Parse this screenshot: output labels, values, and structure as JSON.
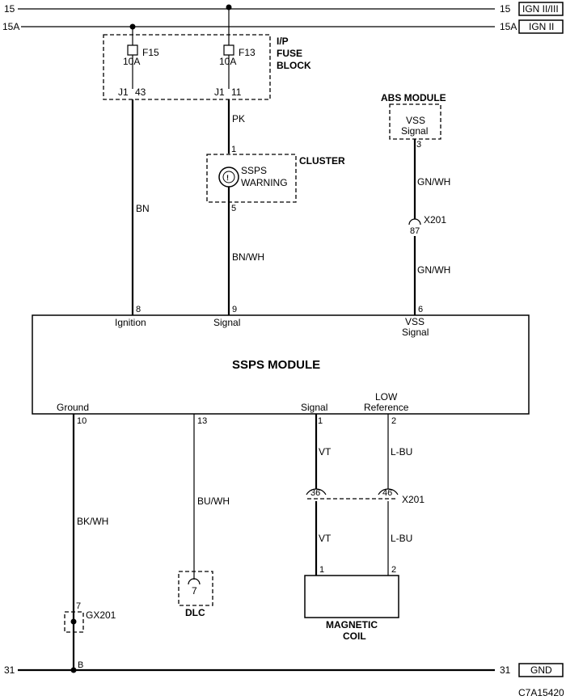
{
  "rails": {
    "top_left": "15",
    "top_right": "15",
    "top_tag": "IGN II/III",
    "second_left": "15A",
    "second_right": "15A",
    "second_tag": "IGN II",
    "gnd_left": "31",
    "gnd_right": "31",
    "gnd_tag": "GND"
  },
  "fuse_block": {
    "title_1": "I/P",
    "title_2": "FUSE",
    "title_3": "BLOCK",
    "fuse_a_name": "F15",
    "fuse_a_rating": "10A",
    "fuse_a_conn": "J1",
    "fuse_a_pin": "43",
    "fuse_b_name": "F13",
    "fuse_b_rating": "10A",
    "fuse_b_conn": "J1",
    "fuse_b_pin": "11"
  },
  "cluster": {
    "title": "CLUSTER",
    "lamp_line1": "SSPS",
    "lamp_line2": "WARNING",
    "pin_in": "1",
    "pin_out": "5"
  },
  "abs": {
    "title": "ABS MODULE",
    "line1": "VSS",
    "line2": "Signal",
    "pin": "3"
  },
  "wires": {
    "pk": "PK",
    "bn": "BN",
    "bn_wh": "BN/WH",
    "gn_wh_1": "GN/WH",
    "gn_wh_2": "GN/WH",
    "bk_wh": "BK/WH",
    "bu_wh": "BU/WH",
    "vt_1": "VT",
    "vt_2": "VT",
    "lbu_1": "L-BU",
    "lbu_2": "L-BU"
  },
  "connectors": {
    "x201": "X201",
    "x201_pin_vss": "87",
    "x201_b": "X201",
    "x201_pin_vt": "36",
    "x201_pin_lbu": "46",
    "gx201": "GX201",
    "gx201_pin": "7",
    "gnd_splice": "B"
  },
  "module": {
    "title": "SSPS MODULE",
    "pin_ign": "8",
    "label_ign": "Ignition",
    "pin_sig": "9",
    "label_sig": "Signal",
    "pin_vss": "6",
    "label_vss_1": "VSS",
    "label_vss_2": "Signal",
    "pin_gnd": "10",
    "label_gnd": "Ground",
    "pin_dlc": "13",
    "pin_s1": "1",
    "label_s1": "Signal",
    "pin_low": "2",
    "label_low_1": "LOW",
    "label_low_2": "Reference"
  },
  "dlc": {
    "title": "DLC",
    "pin": "7"
  },
  "coil": {
    "title_1": "MAGNETIC",
    "title_2": "COIL",
    "pin_1": "1",
    "pin_2": "2"
  },
  "footer_code": "C7A15420"
}
